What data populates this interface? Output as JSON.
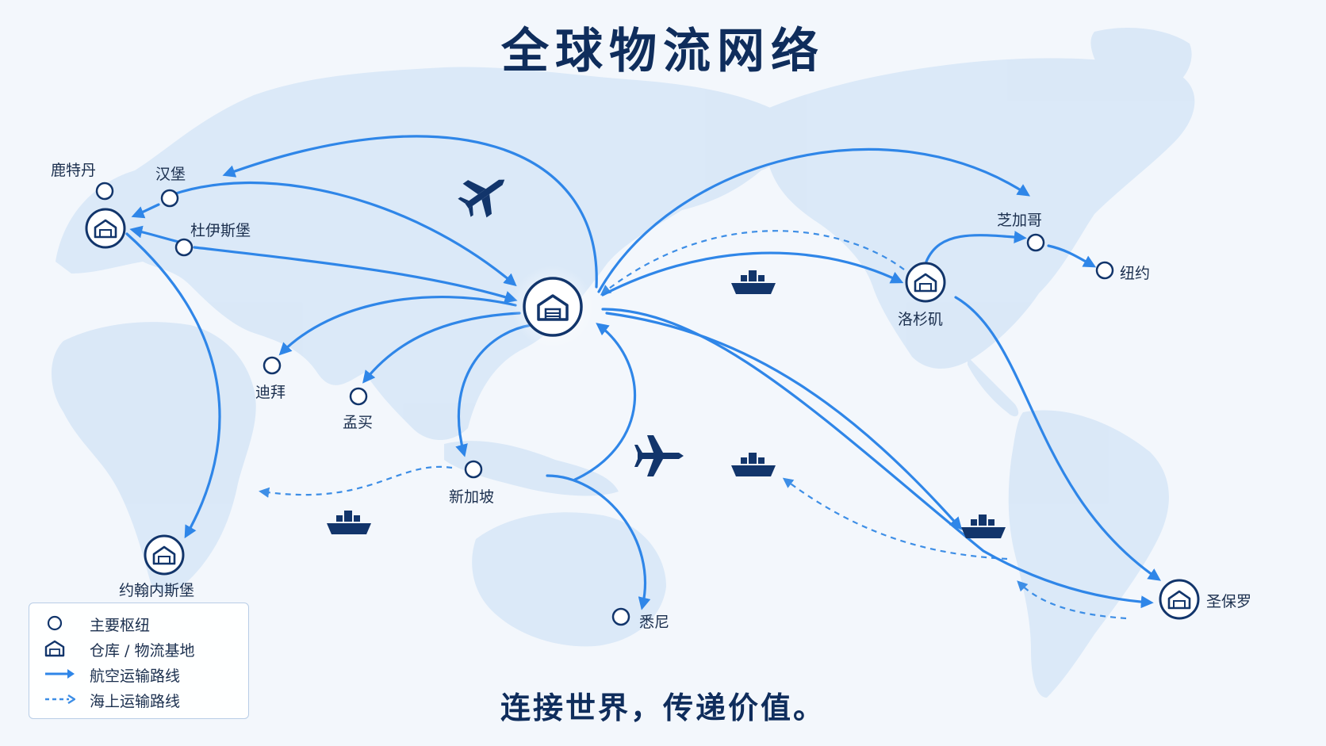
{
  "title": "全球物流网络",
  "slogan": "连接世界，传递价值。",
  "colors": {
    "navy": "#12356b",
    "air_route": "#2f86e8",
    "sea_route": "#3d8ee6",
    "land": "#d6e6f7",
    "background": "#f3f7fc"
  },
  "cities": [
    {
      "id": "rotterdam",
      "label": "鹿特丹",
      "kind": "hub"
    },
    {
      "id": "hamburg",
      "label": "汉堡",
      "kind": "hub"
    },
    {
      "id": "duisburg",
      "label": "杜伊斯堡",
      "kind": "hub"
    },
    {
      "id": "dubai",
      "label": "迪拜",
      "kind": "hub"
    },
    {
      "id": "mumbai",
      "label": "孟买",
      "kind": "hub"
    },
    {
      "id": "singapore",
      "label": "新加坡",
      "kind": "hub"
    },
    {
      "id": "sydney",
      "label": "悉尼",
      "kind": "hub"
    },
    {
      "id": "johannesburg",
      "label": "约翰内斯堡",
      "kind": "warehouse"
    },
    {
      "id": "los_angeles",
      "label": "洛杉矶",
      "kind": "warehouse"
    },
    {
      "id": "chicago",
      "label": "芝加哥",
      "kind": "hub"
    },
    {
      "id": "new_york",
      "label": "纽约",
      "kind": "hub"
    },
    {
      "id": "sao_paulo",
      "label": "圣保罗",
      "kind": "warehouse"
    }
  ],
  "legend": {
    "items": [
      {
        "icon": "hub-ring-icon",
        "label": "主要枢纽"
      },
      {
        "icon": "warehouse-icon",
        "label": "仓库 / 物流基地"
      },
      {
        "icon": "solid-arrow-icon",
        "label": "航空运输路线"
      },
      {
        "icon": "dashed-arrow-icon",
        "label": "海上运输路线"
      }
    ]
  }
}
